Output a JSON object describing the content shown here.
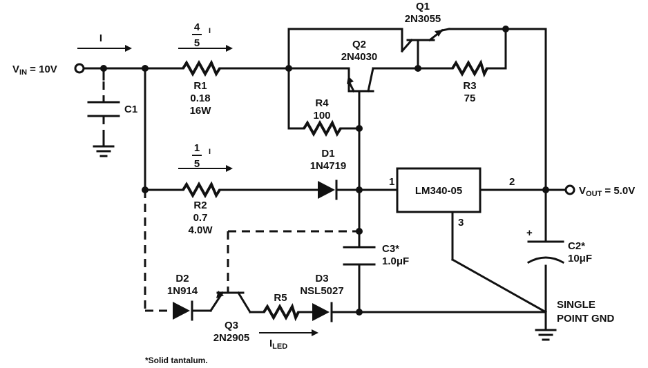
{
  "vin": {
    "prefix": "V",
    "sub": "IN",
    "suffix": " = 10V"
  },
  "vout": {
    "prefix": "V",
    "sub": "OUT",
    "suffix": " = 5.0V"
  },
  "currents": {
    "input": "I",
    "r1_num": "4",
    "r1_den": "5",
    "r1_sym": "I",
    "r2_num": "1",
    "r2_den": "5",
    "r2_sym": "I",
    "led_prefix": "I",
    "led_sub": "LED"
  },
  "components": {
    "c1": {
      "name": "C1"
    },
    "r1": {
      "name": "R1",
      "value": "0.18",
      "rating": "16W"
    },
    "r2": {
      "name": "R2",
      "value": "0.7",
      "rating": "4.0W"
    },
    "r3": {
      "name": "R3",
      "value": "75"
    },
    "r4": {
      "name": "R4",
      "value": "100"
    },
    "r5": {
      "name": "R5"
    },
    "q1": {
      "name": "Q1",
      "part": "2N3055"
    },
    "q2": {
      "name": "Q2",
      "part": "2N4030"
    },
    "q3": {
      "name": "Q3",
      "part": "2N2905"
    },
    "d1": {
      "name": "D1",
      "part": "1N4719"
    },
    "d2": {
      "name": "D2",
      "part": "1N914"
    },
    "d3": {
      "name": "D3",
      "part": "NSL5027"
    },
    "c2": {
      "name": "C2*",
      "value": "10μF",
      "polarity": "+"
    },
    "c3": {
      "name": "C3*",
      "value": "1.0μF"
    },
    "regulator": {
      "name": "LM340-05",
      "pin_in": "1",
      "pin_out": "2",
      "pin_gnd": "3"
    }
  },
  "ground_label": {
    "line1": "SINGLE",
    "line2": "POINT GND"
  },
  "footnote": "*Solid tantalum."
}
